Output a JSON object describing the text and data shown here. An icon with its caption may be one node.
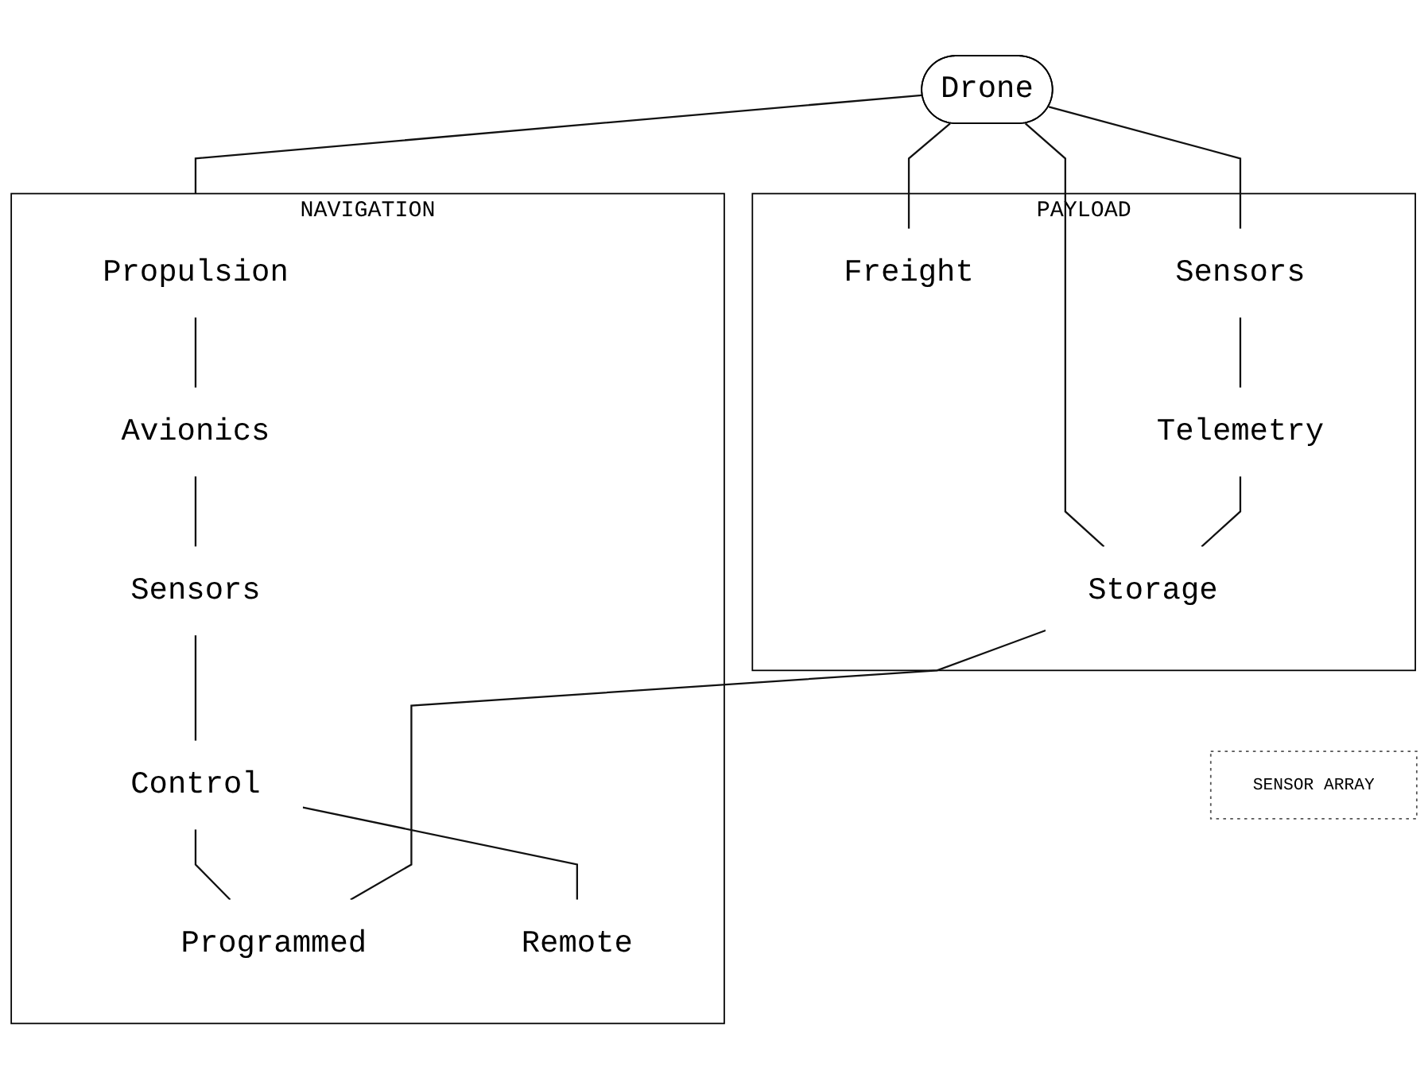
{
  "diagram": {
    "nodes": [
      {
        "text": [
          "Drone"
        ]
      },
      {
        "text": [
          "NAVIGATION"
        ]
      },
      {
        "text": [
          "Propulsion"
        ],
        "in": 1
      },
      {
        "text": [
          "Avionics"
        ],
        "in": 1
      },
      {
        "text": [
          "PAYLOAD"
        ]
      },
      {
        "text": [
          "Freight"
        ],
        "in": 4
      },
      {
        "text": [
          "Sensors"
        ],
        "in": 4
      },
      {
        "text": [
          "SENSOR ARRAY"
        ]
      },
      {
        "text": [
          "Sensors"
        ],
        "in": 1
      },
      {
        "text": [
          "Telemetry"
        ],
        "in": 4
      },
      {
        "text": [
          "Control"
        ],
        "in": 1
      },
      {
        "text": [
          "Storage"
        ],
        "in": 4
      },
      {
        "text": [
          "Programmed"
        ],
        "in": 1
      },
      {
        "text": [
          "Remote"
        ],
        "in": 1
      }
    ],
    "edges": [
      {
        "from": 0,
        "to": 5,
        "arrow": "none"
      },
      {
        "from": 0,
        "to": 11,
        "arrow": "none"
      },
      {
        "from": 0,
        "to": 6,
        "arrow": "none"
      },
      {
        "from": 0,
        "to": 1,
        "arrow": "none"
      },
      {
        "from": 2,
        "to": 3,
        "arrow": "none"
      },
      {
        "from": 3,
        "to": 8,
        "arrow": "none"
      },
      {
        "from": 8,
        "to": 10,
        "arrow": "none"
      },
      {
        "from": 10,
        "to": 12,
        "arrow": "none"
      },
      {
        "from": 10,
        "to": 13,
        "arrow": "none"
      },
      {
        "from": 6,
        "to": 9,
        "arrow": "none"
      },
      {
        "from": 9,
        "to": 11,
        "arrow": "none"
      },
      {
        "from": 11,
        "to": 12,
        "arrow": "none"
      }
    ]
  }
}
